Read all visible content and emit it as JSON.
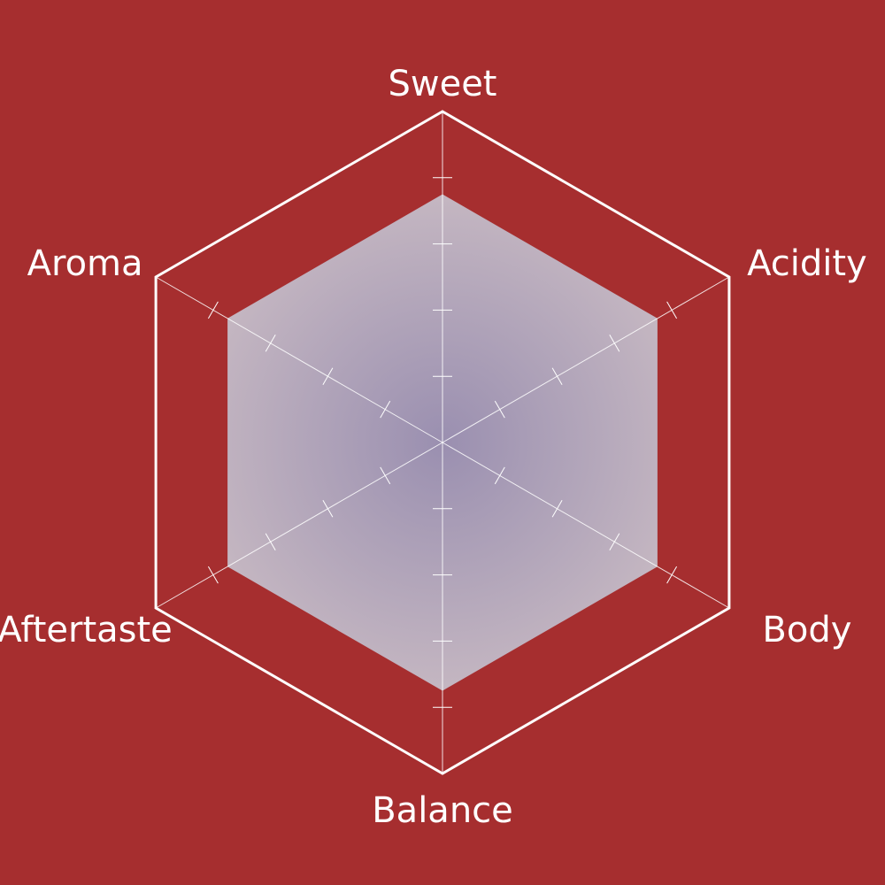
{
  "chart_data": {
    "type": "radar",
    "axes": [
      "Sweet",
      "Acidity",
      "Body",
      "Balance",
      "Aftertaste",
      "Aroma"
    ],
    "values": [
      7.5,
      7.5,
      7.5,
      7.5,
      7.5,
      7.5
    ],
    "range": [
      0,
      10
    ],
    "tick_step": 2,
    "grid": false,
    "legend": "none"
  },
  "colors": {
    "background": "#a62e2f",
    "frame": "#ffffff",
    "spokes": "#ffffff",
    "fill_center": "#9a8fb0",
    "fill_edge": "#c6b8c2"
  }
}
